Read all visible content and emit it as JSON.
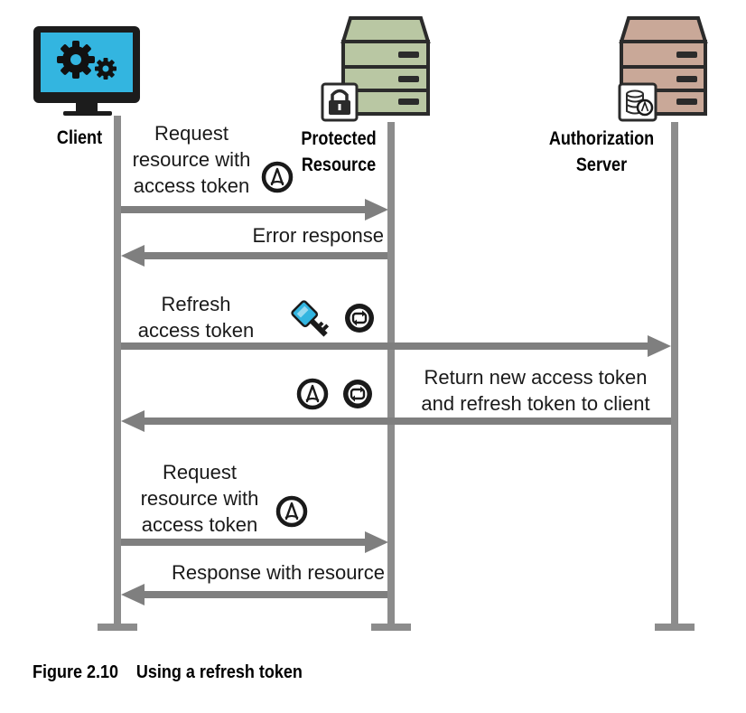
{
  "actors": {
    "client": {
      "label": "Client"
    },
    "protected_resource": {
      "label_line1": "Protected",
      "label_line2": "Resource"
    },
    "authorization_server": {
      "label_line1": "Authorization",
      "label_line2": "Server"
    }
  },
  "messages": [
    {
      "id": "request-1",
      "from": "client",
      "to": "protected_resource",
      "lines": [
        "Request",
        "resource with",
        "access token"
      ],
      "tokens": [
        "access-token-icon"
      ]
    },
    {
      "id": "error",
      "from": "protected_resource",
      "to": "client",
      "lines": [
        "Error response"
      ],
      "tokens": []
    },
    {
      "id": "refresh",
      "from": "client",
      "to": "authorization_server",
      "lines": [
        "Refresh",
        "access token"
      ],
      "tokens": [
        "key-icon",
        "refresh-token-icon"
      ]
    },
    {
      "id": "return",
      "from": "authorization_server",
      "to": "client",
      "lines": [
        "Return new access token",
        "and refresh token to client"
      ],
      "tokens": [
        "access-token-icon",
        "refresh-token-icon"
      ]
    },
    {
      "id": "request-2",
      "from": "client",
      "to": "protected_resource",
      "lines": [
        "Request",
        "resource with",
        "access token"
      ],
      "tokens": [
        "access-token-icon"
      ]
    },
    {
      "id": "response",
      "from": "protected_resource",
      "to": "client",
      "lines": [
        "Response with resource"
      ],
      "tokens": []
    }
  ],
  "caption": {
    "number": "Figure 2.10",
    "title": "Using a refresh token"
  },
  "colors": {
    "lifeline": "#8c8c8c",
    "arrow": "#7f7f7f",
    "server_green": "#b9c7a3",
    "server_brown": "#c9a898",
    "server_dark": "#2b2b2b",
    "monitor_screen": "#33b5e0"
  }
}
